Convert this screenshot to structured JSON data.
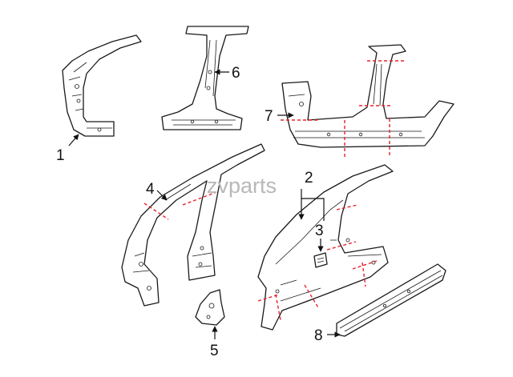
{
  "watermark": "zvparts",
  "callouts": [
    {
      "id": "1",
      "label": "1"
    },
    {
      "id": "2",
      "label": "2"
    },
    {
      "id": "3",
      "label": "3"
    },
    {
      "id": "4",
      "label": "4"
    },
    {
      "id": "5",
      "label": "5"
    },
    {
      "id": "6",
      "label": "6"
    },
    {
      "id": "7",
      "label": "7"
    },
    {
      "id": "8",
      "label": "8"
    }
  ],
  "colors": {
    "line": "#1a1a1a",
    "cut_line": "#e8202a",
    "watermark": "#b8b8b8",
    "background": "#ffffff"
  }
}
